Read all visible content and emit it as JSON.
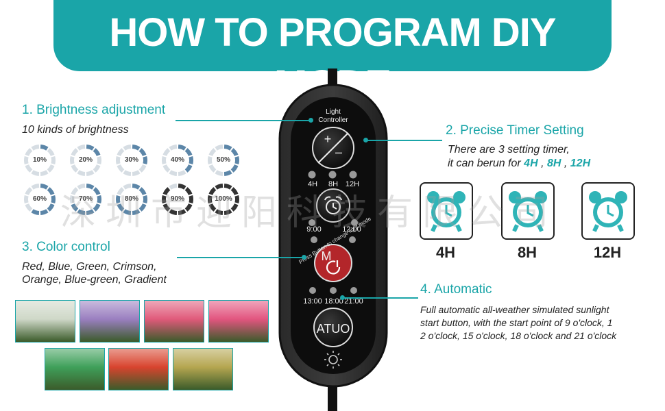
{
  "header": {
    "title": "HOW TO PROGRAM DIY MODE"
  },
  "brightness": {
    "title": "1. Brightness adjustment",
    "subtitle": "10 kinds of brightness",
    "levels": [
      {
        "label": "10%",
        "value": 0.1
      },
      {
        "label": "20%",
        "value": 0.2
      },
      {
        "label": "30%",
        "value": 0.3
      },
      {
        "label": "40%",
        "value": 0.4
      },
      {
        "label": "50%",
        "value": 0.5
      },
      {
        "label": "60%",
        "value": 0.6
      },
      {
        "label": "70%",
        "value": 0.7
      },
      {
        "label": "80%",
        "value": 0.8
      },
      {
        "label": "90%",
        "value": 0.9
      },
      {
        "label": "100%",
        "value": 1.0
      }
    ]
  },
  "color_control": {
    "title": "3. Color control",
    "line1": "Red, Blue, Green, Crimson,",
    "line2": "Orange, Blue-green, Gradient",
    "photo_tints": [
      "#cfd8c8",
      "#9a7fc0",
      "#e05a7a",
      "#e2557f",
      "#3fa05a",
      "#d8442e",
      "#b5a650"
    ]
  },
  "timer": {
    "title": "2. Precise Timer Setting",
    "line1": "There are 3 setting timer,",
    "line2_prefix": "it can berun for ",
    "h4": "4H",
    "sep1": " , ",
    "h8": "8H",
    "sep2": " , ",
    "h12": "12H",
    "boxes": [
      "4H",
      "8H",
      "12H"
    ]
  },
  "automatic": {
    "title": "4. Automatic",
    "line1": "Full automatic all-weather simulated sunlight",
    "line2": "start button, with the start point of 9 o'clock, 1",
    "line3": "2 o'clock, 15 o'clock, 18 o'clock and 21 o'clock"
  },
  "remote": {
    "label_line1": "Light",
    "label_line2": "Controller",
    "plus": "+",
    "minus": "–",
    "timer_labels": [
      "4H",
      "8H",
      "12H"
    ],
    "time_left": "9:00",
    "time_right": "12:00",
    "mode_letter": "M",
    "mode_arc": "Press Button to change light mode",
    "sched_labels": [
      "13:00",
      "18:00",
      "21:00"
    ],
    "auto_label": "ATUO"
  },
  "watermark": "深圳市迎阳科技有限公司",
  "colors": {
    "accent": "#1aa5a8",
    "ring_fill": "#5c86a8",
    "ring_empty": "#d6dde3"
  }
}
